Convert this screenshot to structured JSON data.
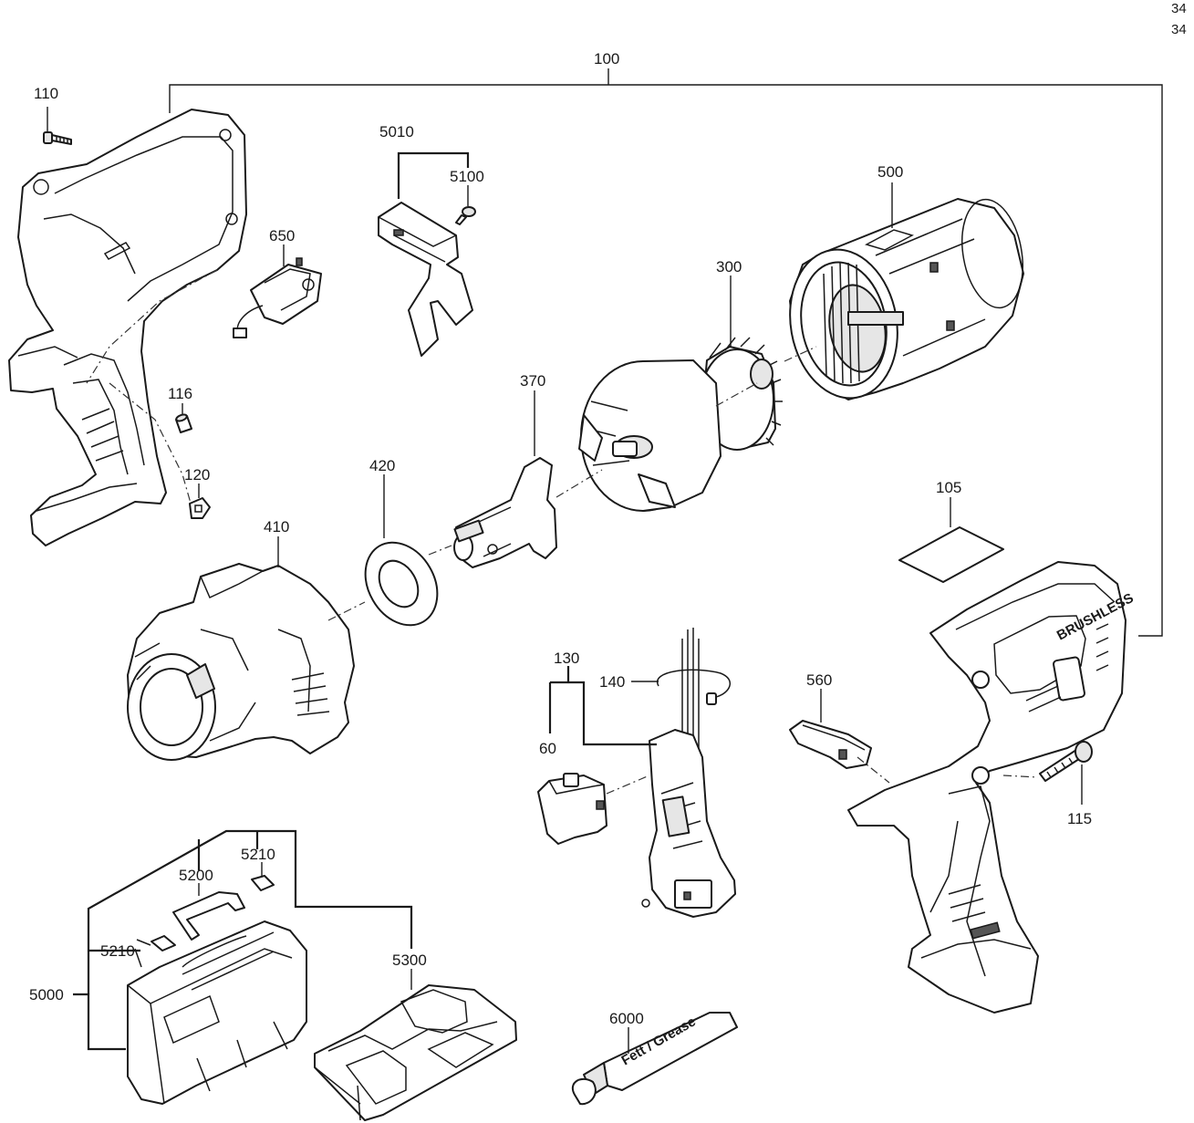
{
  "page_numbers": [
    "34",
    "34"
  ],
  "labels": {
    "p100": "100",
    "p110": "110",
    "p5010": "5010",
    "p5100": "5100",
    "p500": "500",
    "p650": "650",
    "p300": "300",
    "p116": "116",
    "p370": "370",
    "p120": "120",
    "p420": "420",
    "p105": "105",
    "p410": "410",
    "p130": "130",
    "p140": "140",
    "p560": "560",
    "p60": "60",
    "p115": "115",
    "p5210a": "5210",
    "p5200": "5200",
    "p5210b": "5210",
    "p5000": "5000",
    "p5300": "5300",
    "p6000": "6000"
  },
  "product_text": {
    "grease_tube": "Fett / Grease",
    "housing_badge": "BRUSHLESS"
  }
}
